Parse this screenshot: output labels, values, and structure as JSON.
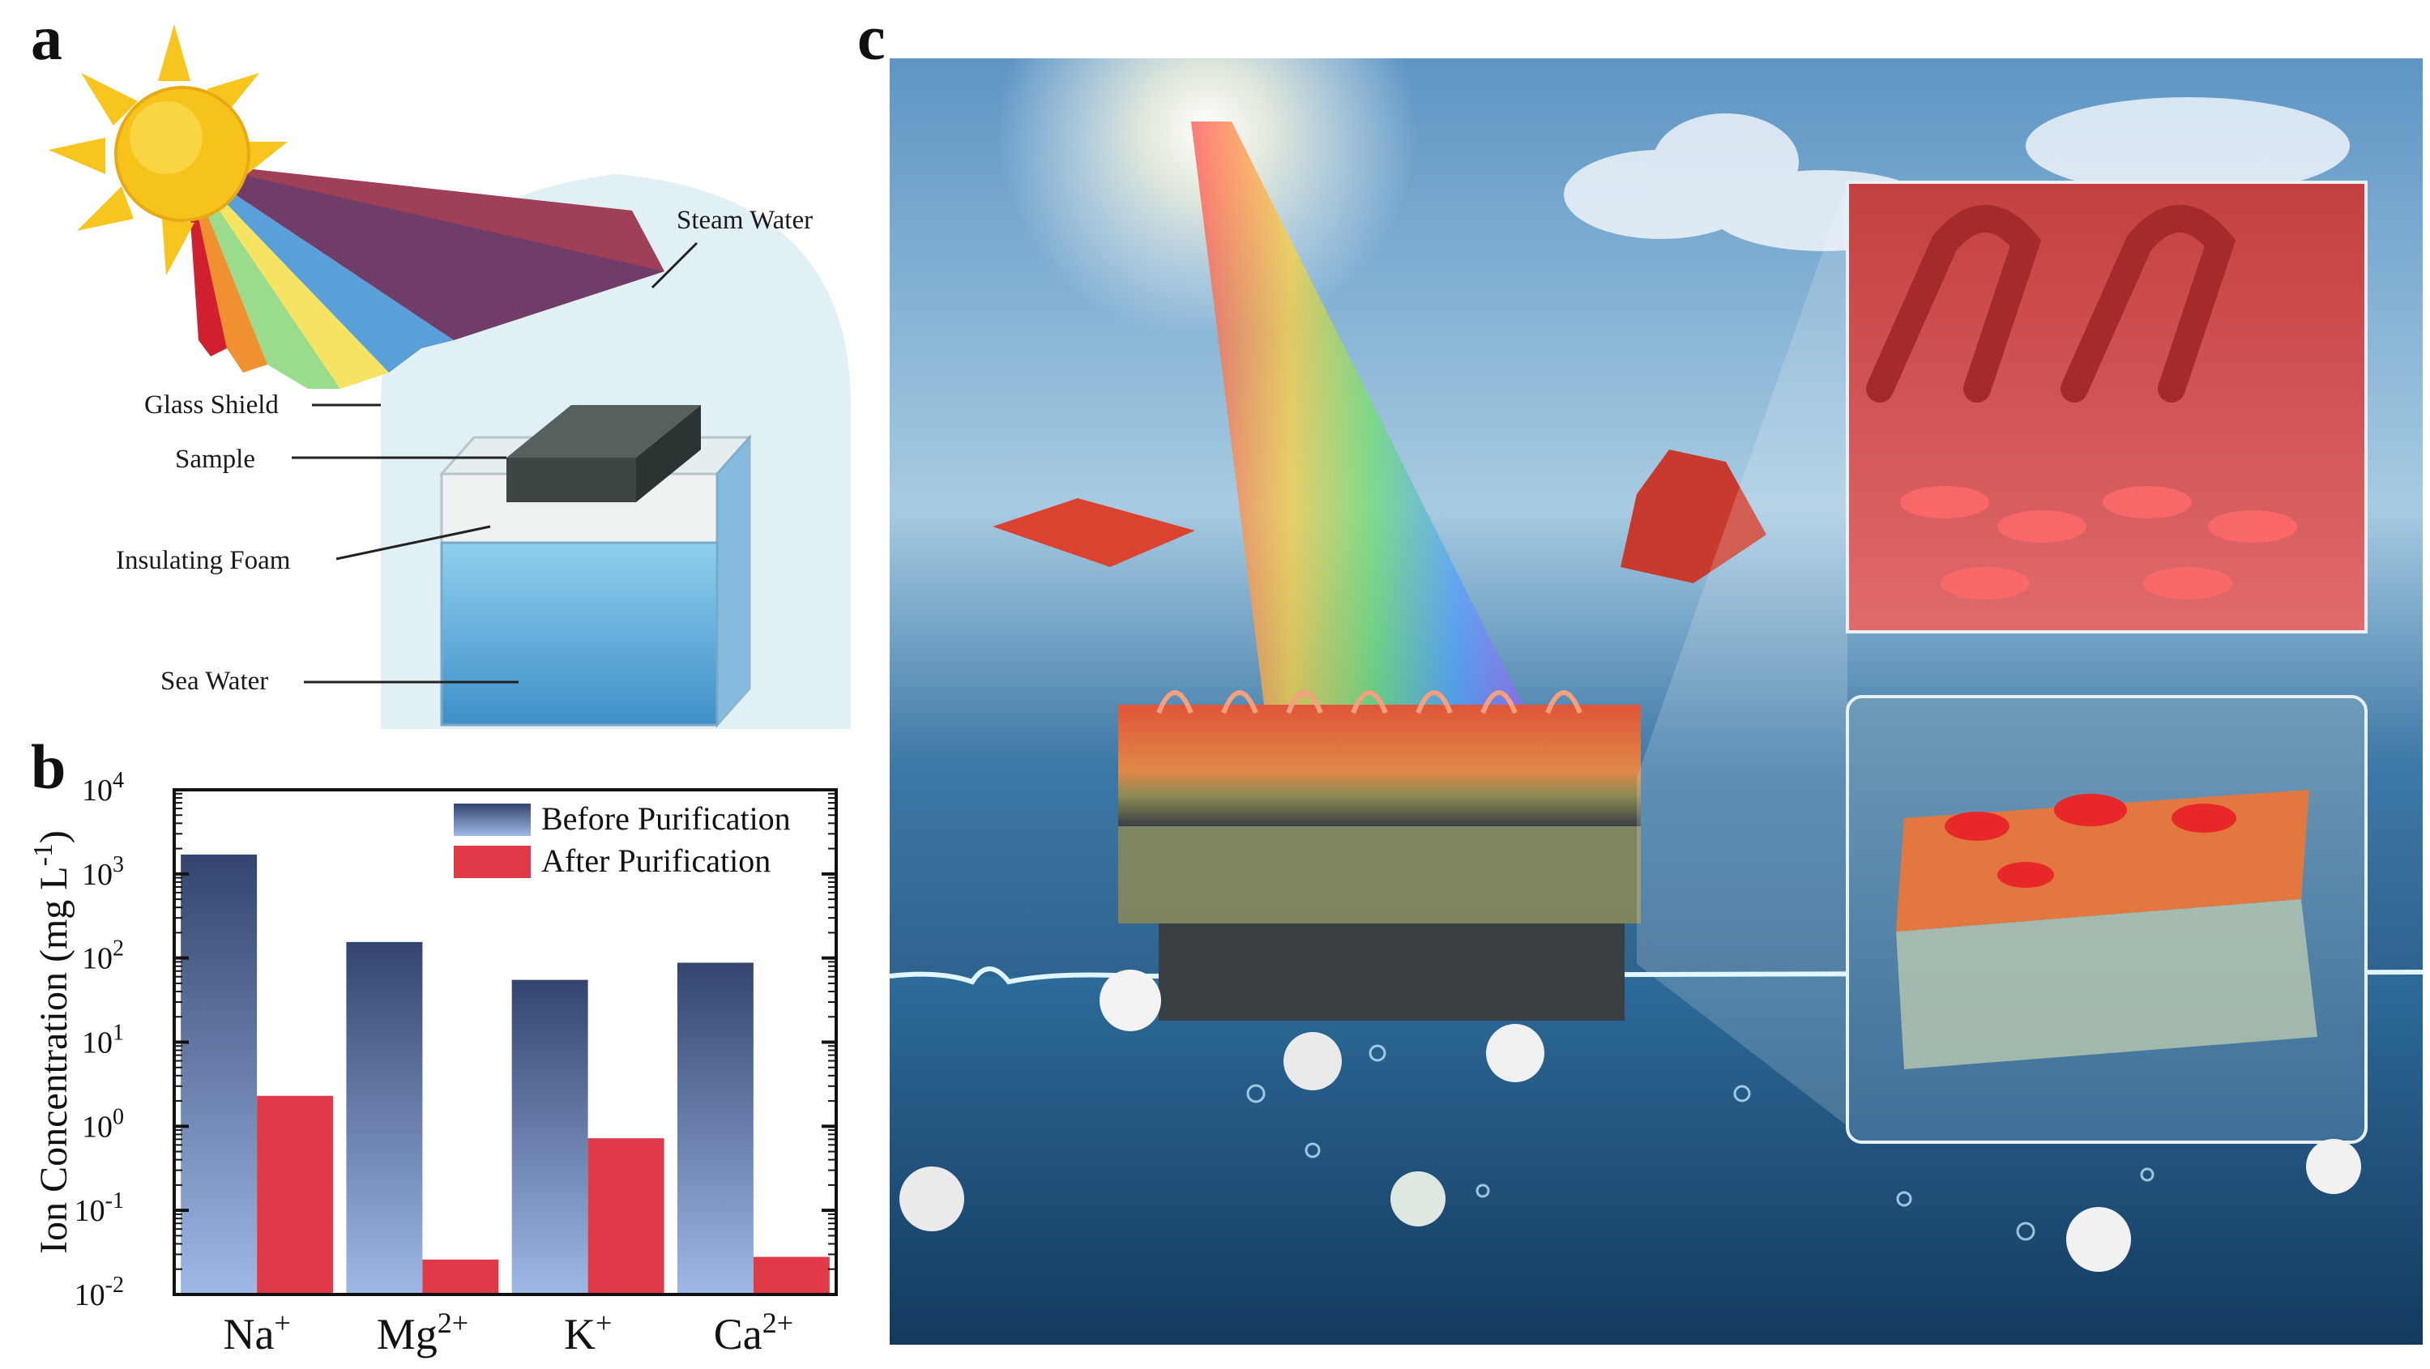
{
  "panel_labels": {
    "a": "a",
    "b": "b",
    "c": "c"
  },
  "panel_a": {
    "callouts": {
      "steam_water": "Steam Water",
      "glass_shield": "Glass Shield",
      "sample": "Sample",
      "insulating_foam": "Insulating Foam",
      "sea_water": "Sea Water"
    }
  },
  "chart_data": {
    "type": "bar",
    "yscale": "log",
    "ylabel": "Ion Concentration (mg L",
    "ylabel_sup": "-1",
    "ylabel_close": ")",
    "ylim": [
      0.01,
      10000
    ],
    "yticks": [
      {
        "value": 0.01,
        "base": "10",
        "exp": "-2"
      },
      {
        "value": 0.1,
        "base": "10",
        "exp": "-1"
      },
      {
        "value": 1,
        "base": "10",
        "exp": "0"
      },
      {
        "value": 10,
        "base": "10",
        "exp": "1"
      },
      {
        "value": 100,
        "base": "10",
        "exp": "2"
      },
      {
        "value": 1000,
        "base": "10",
        "exp": "3"
      },
      {
        "value": 10000,
        "base": "10",
        "exp": "4"
      }
    ],
    "categories": [
      {
        "base": "Na",
        "sup": "+"
      },
      {
        "base": "Mg",
        "sup": "2+"
      },
      {
        "base": "K",
        "sup": "+"
      },
      {
        "base": "Ca",
        "sup": "2+"
      }
    ],
    "series": [
      {
        "name": "Before Purification",
        "color": "#33456e",
        "color_light": "#9fb8e6",
        "values": [
          1700,
          155,
          55,
          88
        ]
      },
      {
        "name": "After Purification",
        "color": "#e03a48",
        "values": [
          2.3,
          0.026,
          0.72,
          0.028
        ]
      }
    ],
    "legend_position": "top-right",
    "grid": false
  },
  "colors": {
    "sun": "#f7c51e",
    "glass": "#d8ecf3",
    "sea_water": "#5da6d6",
    "foam": "#eef2f2",
    "sample": "#3d4645",
    "sky": "#7fb4d8",
    "ocean": "#1f5683",
    "material_red": "#d9432f"
  }
}
